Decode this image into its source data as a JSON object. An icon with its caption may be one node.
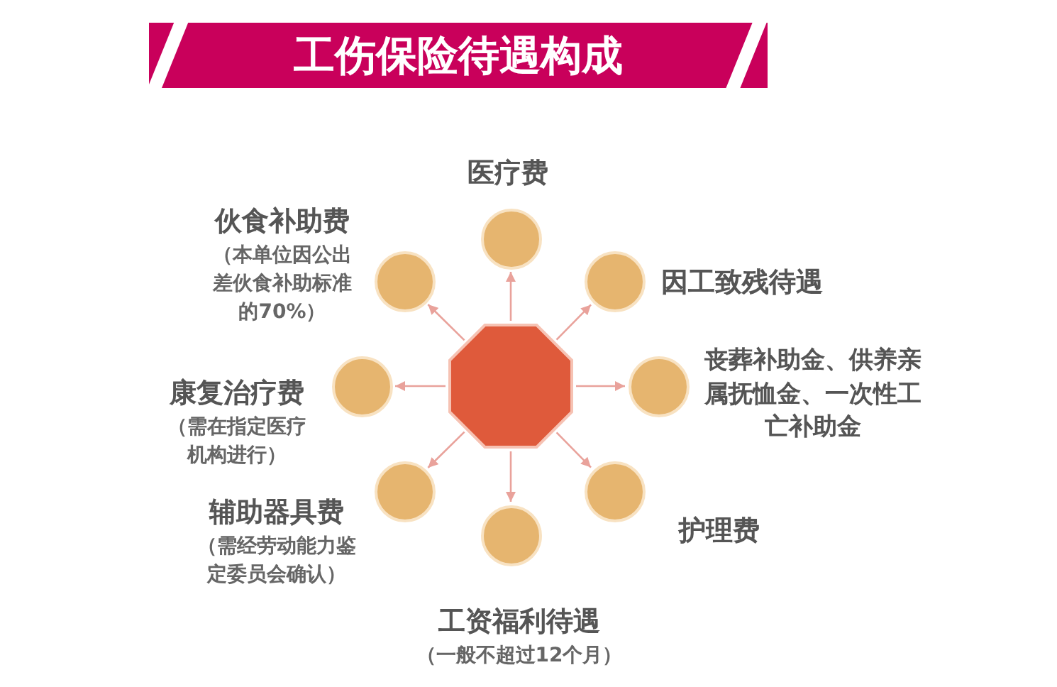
{
  "diagram": {
    "title": "工伤保险待遇构成",
    "nodes": [
      {
        "text": [],
        "shape": "octagon"
      },
      {
        "text": [],
        "shape": "circle",
        "beside": [
          "医疗费"
        ]
      },
      {
        "text": [],
        "shape": "circle",
        "beside": [
          "因工致残待遇"
        ]
      },
      {
        "text": [],
        "shape": "circle",
        "beside": [
          "丧葬补助金、供养亲属抚恤金、一次性工亡补助金"
        ]
      },
      {
        "text": [],
        "shape": "circle",
        "beside": [
          "护理费"
        ]
      },
      {
        "text": [],
        "shape": "circle",
        "beside": [
          "工资福利待遇",
          "（一般不超过12个月）"
        ]
      },
      {
        "text": [],
        "shape": "circle",
        "beside": [
          "辅助器具费",
          "（需经劳动能力鉴定委员会确认）"
        ]
      },
      {
        "text": [],
        "shape": "circle",
        "beside": [
          "康复治疗费",
          "（需在指定医疗机构进行）"
        ]
      },
      {
        "text": [],
        "shape": "circle",
        "beside": [
          "伙食补助费",
          "（本单位因公出差伙食补助标准的70%）"
        ]
      }
    ],
    "edges": [
      {
        "from": 0,
        "to": 1,
        "arrow": "to"
      },
      {
        "from": 0,
        "to": 2,
        "arrow": "to"
      },
      {
        "from": 0,
        "to": 3,
        "arrow": "to"
      },
      {
        "from": 0,
        "to": 4,
        "arrow": "to"
      },
      {
        "from": 0,
        "to": 5,
        "arrow": "to"
      },
      {
        "from": 0,
        "to": 6,
        "arrow": "to"
      },
      {
        "from": 0,
        "to": 7,
        "arrow": "to"
      },
      {
        "from": 0,
        "to": 8,
        "arrow": "to"
      }
    ]
  }
}
